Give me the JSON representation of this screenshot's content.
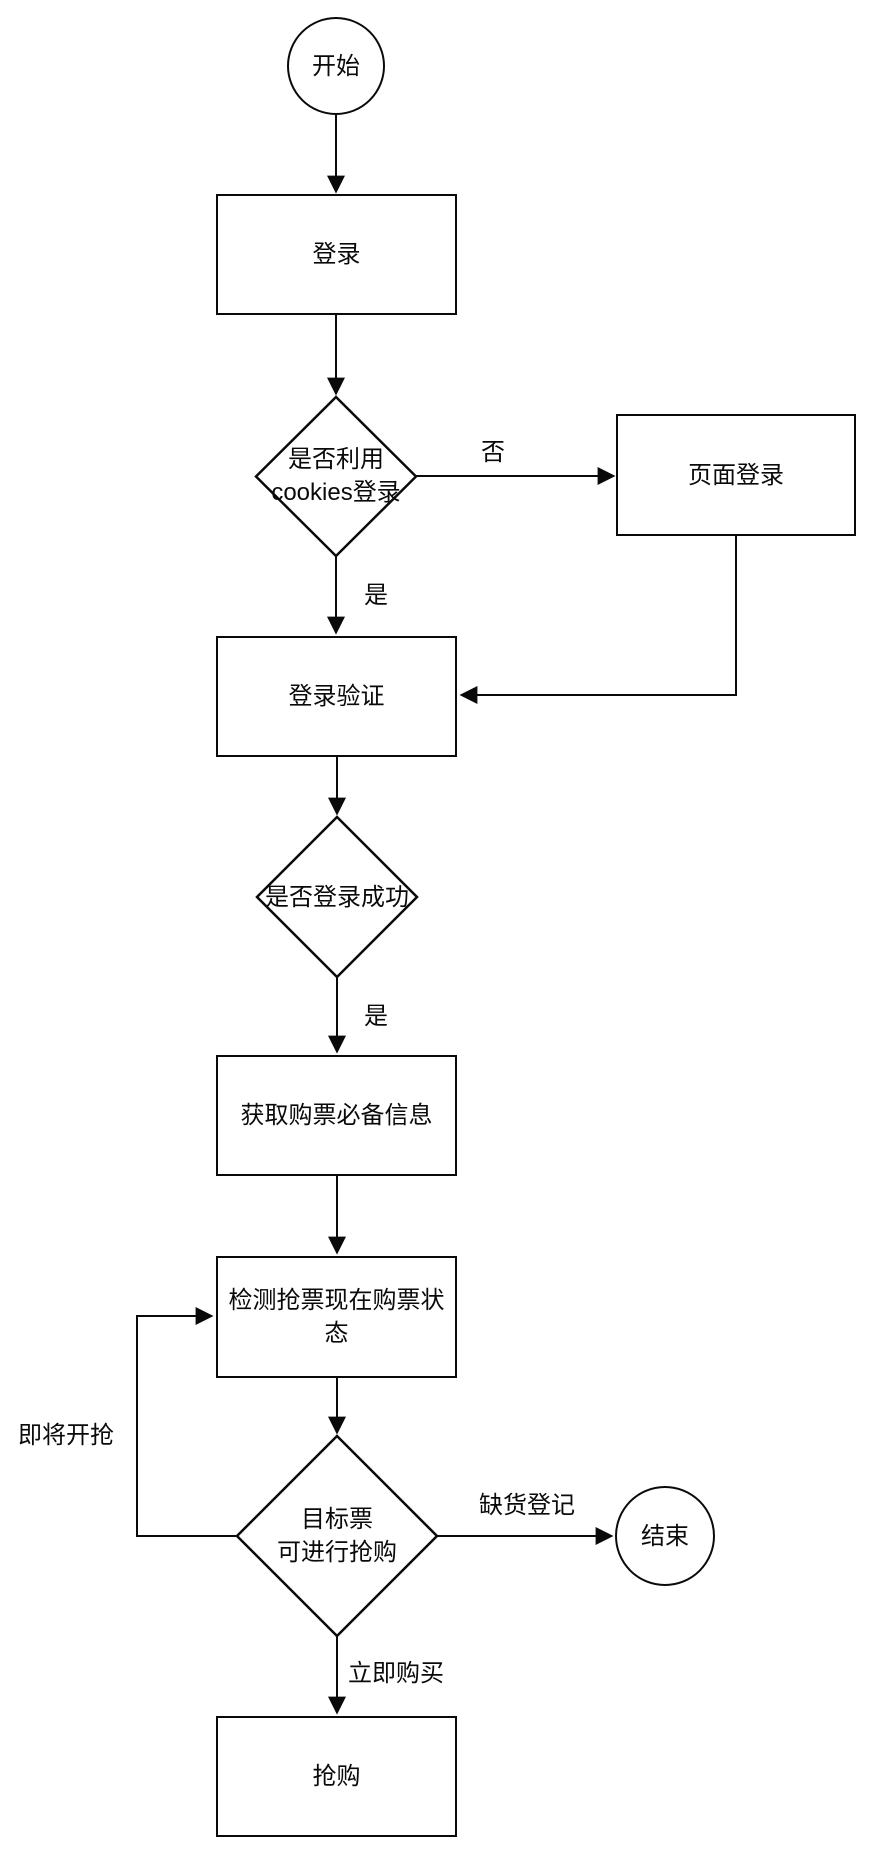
{
  "diagram": {
    "type": "flowchart",
    "colors": {
      "background": "#ffffff",
      "stroke": "#0a0a0a",
      "text": "#0a0a0a",
      "shape_fill": "#ffffff"
    },
    "nodes": {
      "start": {
        "shape": "circle",
        "label": "开始"
      },
      "login": {
        "shape": "rect",
        "label": "登录"
      },
      "cookies_decision": {
        "shape": "diamond",
        "label": "是否利用\ncookies登录"
      },
      "page_login": {
        "shape": "rect",
        "label": "页面登录"
      },
      "login_verify": {
        "shape": "rect",
        "label": "登录验证"
      },
      "login_success_decision": {
        "shape": "diamond",
        "label": "是否登录成功"
      },
      "get_ticket_info": {
        "shape": "rect",
        "label": "获取购票必备信息"
      },
      "detect_status": {
        "shape": "rect",
        "label": "检测抢票现在购票状\n态"
      },
      "target_decision": {
        "shape": "diamond",
        "label": "目标票\n可进行抢购"
      },
      "end": {
        "shape": "circle",
        "label": "结束"
      },
      "grab": {
        "shape": "rect",
        "label": "抢购"
      }
    },
    "edges": [
      {
        "from": "start",
        "to": "login",
        "label": ""
      },
      {
        "from": "login",
        "to": "cookies_decision",
        "label": ""
      },
      {
        "from": "cookies_decision",
        "to": "page_login",
        "label": "否"
      },
      {
        "from": "cookies_decision",
        "to": "login_verify",
        "label": "是"
      },
      {
        "from": "page_login",
        "to": "login_verify",
        "label": ""
      },
      {
        "from": "login_verify",
        "to": "login_success_decision",
        "label": ""
      },
      {
        "from": "login_success_decision",
        "to": "get_ticket_info",
        "label": "是"
      },
      {
        "from": "get_ticket_info",
        "to": "detect_status",
        "label": ""
      },
      {
        "from": "detect_status",
        "to": "target_decision",
        "label": ""
      },
      {
        "from": "target_decision",
        "to": "end",
        "label": "缺货登记"
      },
      {
        "from": "target_decision",
        "to": "grab",
        "label": "立即购买"
      },
      {
        "from": "target_decision",
        "to": "detect_status",
        "label": "即将开抢"
      }
    ]
  }
}
